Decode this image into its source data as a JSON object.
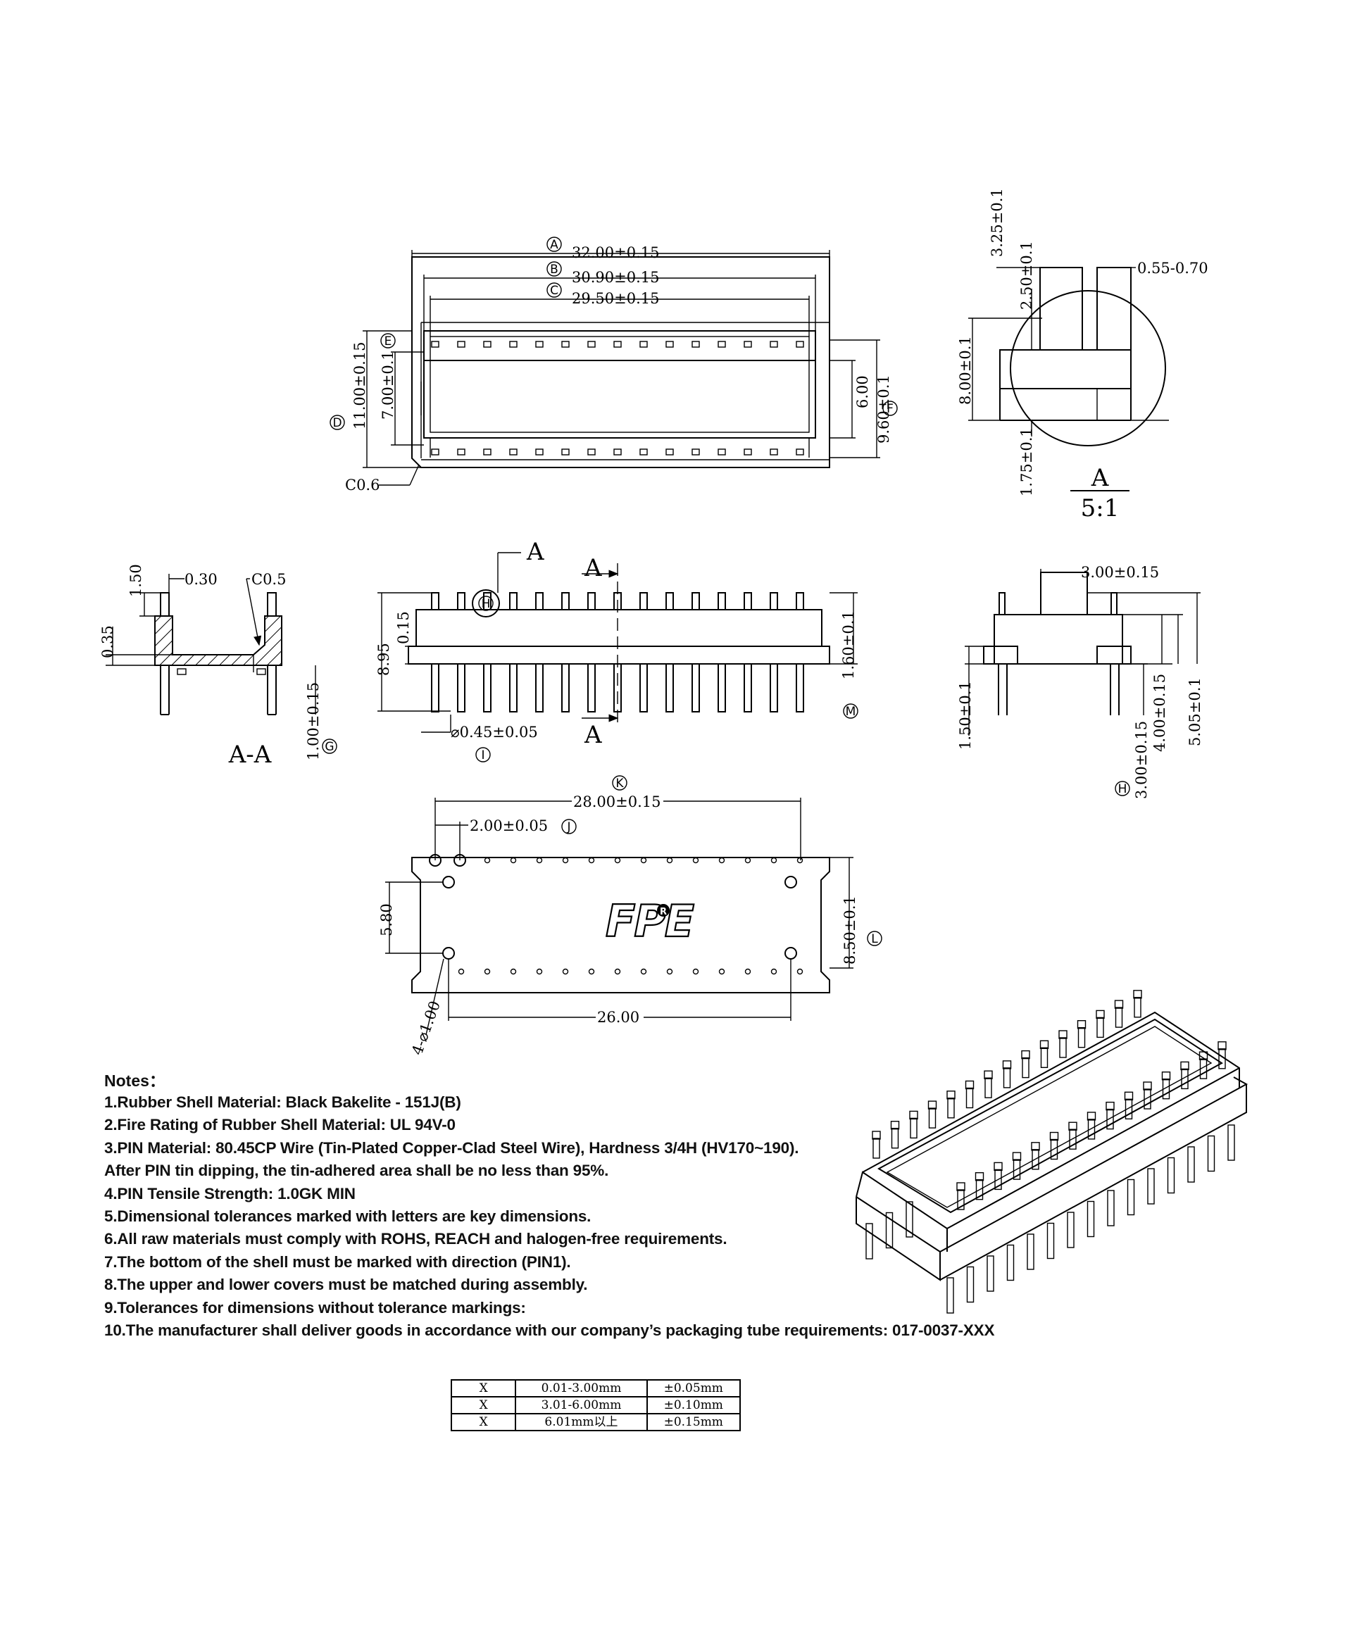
{
  "top_view": {
    "dim_a": "32.00±0.15",
    "dim_b": "30.90±0.15",
    "dim_c": "29.50±0.15",
    "dim_d": "11.00±0.15",
    "dim_e_inner": "7.00±0.1",
    "dim_f_inner": "6.00",
    "dim_f": "9.60±0.1",
    "chamfer": "C0.6",
    "tag_a": "A",
    "tag_b": "B",
    "tag_c": "C",
    "tag_d": "D",
    "tag_e": "E",
    "tag_f": "F"
  },
  "detail_a": {
    "dim_1": "3.25±0.1",
    "dim_2": "2.50±0.1",
    "dim_3": "0.55-0.70",
    "dim_4": "8.00±0.1",
    "dim_5": "1.75±0.1",
    "label": "A",
    "scale": "5:1"
  },
  "section_aa": {
    "dim_1": "1.50",
    "dim_2": "0.30",
    "dim_3": "C0.5",
    "dim_4": "0.35",
    "dim_5": "1.00±0.15",
    "tag_g": "G",
    "label": "A-A"
  },
  "front_view": {
    "ref_a": "A",
    "tag_h": "H",
    "section_mark_top": "A",
    "section_mark_bottom": "A",
    "dim_height": "8.95",
    "dim_step": "0.15",
    "dim_m": "1.60±0.1",
    "dim_pin": "⌀0.45±0.05",
    "tag_i": "I",
    "tag_m": "M"
  },
  "side_view": {
    "dim_top": "3.00±0.15",
    "dim_left": "1.50±0.1",
    "dim_h": "3.00±0.15",
    "dim_2": "4.00±0.15",
    "dim_3": "5.05±0.1",
    "tag_h": "H"
  },
  "bottom_view": {
    "tag_k": "K",
    "dim_k": "28.00±0.15",
    "dim_j": "2.00±0.05",
    "tag_j": "J",
    "dim_580": "5.80",
    "dim_l": "8.50±0.1",
    "tag_l": "L",
    "dim_holes": "4-⌀1.00",
    "dim_26": "26.00",
    "logo": "FPE",
    "logo_mark": "R"
  },
  "notes": {
    "title": "Notes：",
    "items": [
      "1.Rubber Shell Material: Black Bakelite - 151J(B)",
      "2.Fire Rating of Rubber Shell Material: UL 94V-0",
      "3.PIN Material: 80.45CP Wire (Tin-Plated Copper-Clad Steel Wire), Hardness 3/4H (HV170~190).",
      "After PIN tin dipping, the tin-adhered area shall be no less than 95%.",
      "4.PIN Tensile Strength: 1.0GK MIN",
      "5.Dimensional tolerances marked with letters are key dimensions.",
      "6.All raw materials must comply with ROHS, REACH and halogen-free requirements.",
      "7.The bottom of the shell must be marked with direction (PIN1).",
      "8.The upper and lower covers must be matched during assembly.",
      "9.Tolerances for dimensions without tolerance markings:",
      "10.The manufacturer shall deliver goods in accordance with our company’s packaging tube requirements: 017-0037-XXX"
    ]
  },
  "tolerance_table": {
    "rows": [
      [
        "X",
        "0.01-3.00mm",
        "±0.05mm"
      ],
      [
        "X",
        "3.01-6.00mm",
        "±0.10mm"
      ],
      [
        "X",
        "6.01mm以上",
        "±0.15mm"
      ]
    ]
  }
}
